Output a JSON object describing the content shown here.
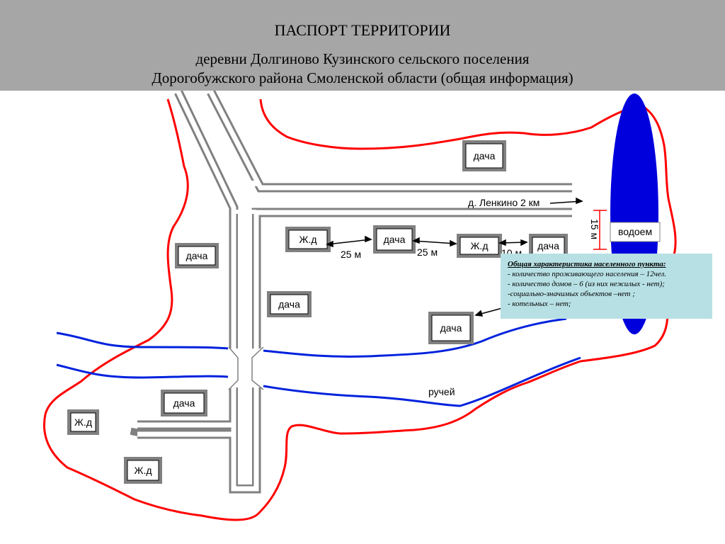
{
  "header": {
    "title": "ПАСПОРТ ТЕРРИТОРИИ",
    "subtitle_line1": "деревни Долгиново Кузинского сельского поселения",
    "subtitle_line2": "Дорогобужского района Смоленской области  (общая информация)"
  },
  "map": {
    "buildings": [
      {
        "label": "дача"
      },
      {
        "label": "дача"
      },
      {
        "label": "Ж.д"
      },
      {
        "label": "дача"
      },
      {
        "label": "Ж.д"
      },
      {
        "label": "дача"
      },
      {
        "label": "дача"
      },
      {
        "label": "дача"
      },
      {
        "label": "дача"
      },
      {
        "label": "Ж.д"
      },
      {
        "label": "Ж.д"
      }
    ],
    "distance_labels": [
      "25 м",
      "25 м",
      "10 м"
    ],
    "road_label": "д. Ленкино 2 км",
    "water_label": "водоем",
    "water_distance": "15 м",
    "stream_label": "ручей",
    "colors": {
      "boundary": "#ff0000",
      "stream": "#0022dd",
      "water": "#0000dd",
      "road": "#808080"
    }
  },
  "info": {
    "heading": "Общая характеристика населенного пункта:",
    "rows": [
      "- количество проживающего населения – 12чел.",
      "- количество домов – 6 (из них нежилых - нет);",
      "-социально-значимых объектов –нет ;",
      "- котельных – нет;"
    ]
  }
}
